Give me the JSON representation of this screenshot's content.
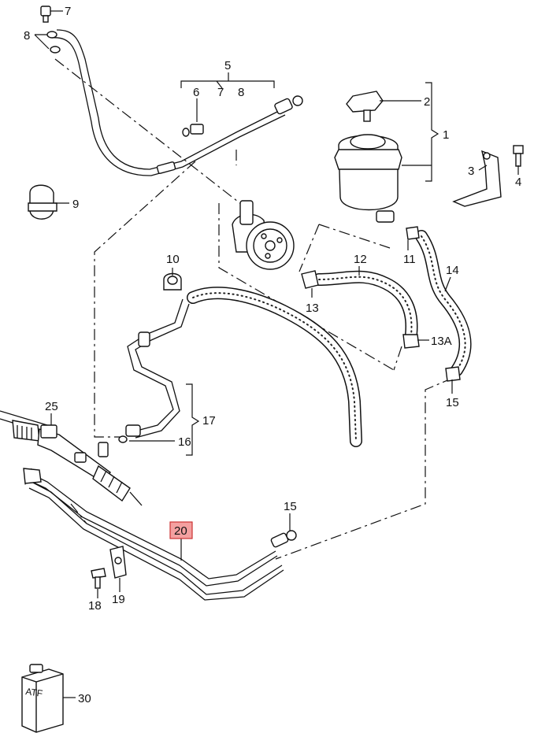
{
  "callouts": {
    "c1": "1",
    "c2": "2",
    "c3": "3",
    "c4": "4",
    "c5": "5",
    "c6": "6",
    "c7a": "7",
    "c7b": "7",
    "c8a": "8",
    "c8b": "8",
    "c9": "9",
    "c10": "10",
    "c11": "11",
    "c12": "12",
    "c13": "13",
    "c13a": "13A",
    "c14": "14",
    "c15a": "15",
    "c15b": "15",
    "c16": "16",
    "c17": "17",
    "c18": "18",
    "c19": "19",
    "c20": "20",
    "c25": "25",
    "c30": "30"
  },
  "labels": {
    "atf": "ATF"
  },
  "highlight": {
    "part": "20",
    "color": "#f4a0a0"
  }
}
